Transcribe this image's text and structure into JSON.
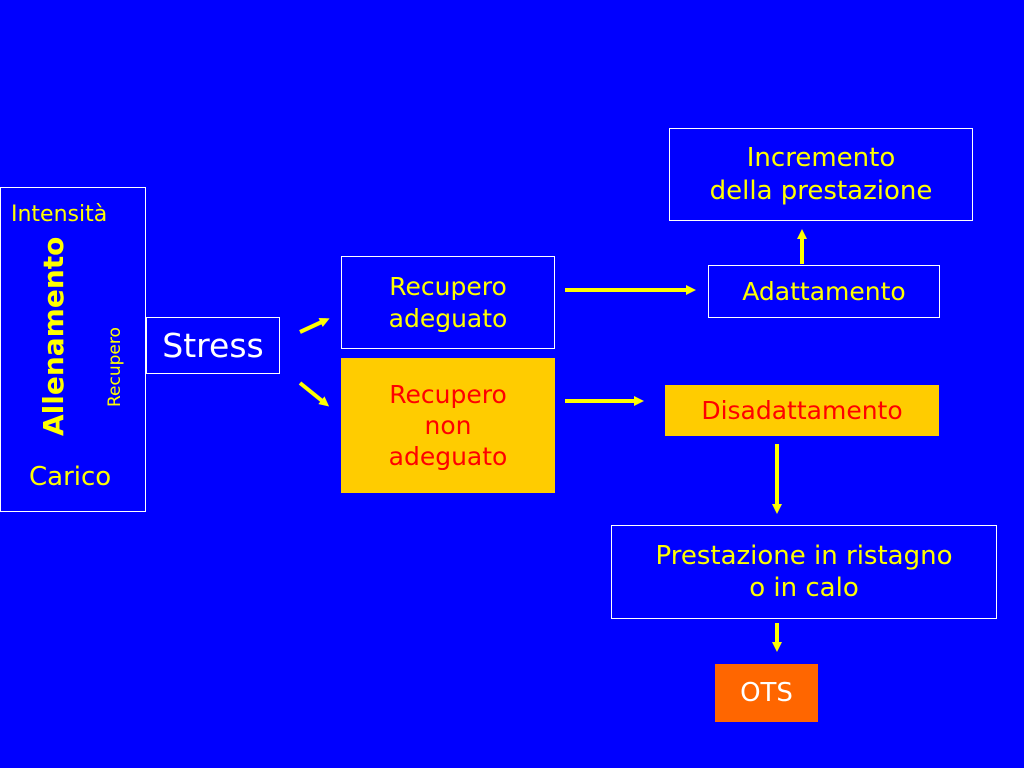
{
  "left_panel": {
    "top_label": "Intensità",
    "vertical_bold": "Allenamento",
    "vertical_small": "Recupero",
    "bottom_label": "Carico"
  },
  "stress": {
    "label": "Stress"
  },
  "recupero_adeguato": {
    "line1": "Recupero",
    "line2": "adeguato"
  },
  "recupero_non_adeguato": {
    "line1": "Recupero",
    "line2": "non",
    "line3": "adeguato"
  },
  "adattamento": {
    "label": "Adattamento"
  },
  "incremento": {
    "line1": "Incremento",
    "line2": "della prestazione"
  },
  "disadattamento": {
    "label": "Disadattamento"
  },
  "prestazione": {
    "line1": "Prestazione in ristagno",
    "line2": "o in calo"
  },
  "ots": {
    "label": "OTS"
  },
  "colors": {
    "background": "#0000ff",
    "text": "#ffff00",
    "arrow": "#ffff00",
    "highlight_yellow": "#ffcc00",
    "highlight_orange": "#ff6600",
    "alert_text": "#ff0000"
  }
}
